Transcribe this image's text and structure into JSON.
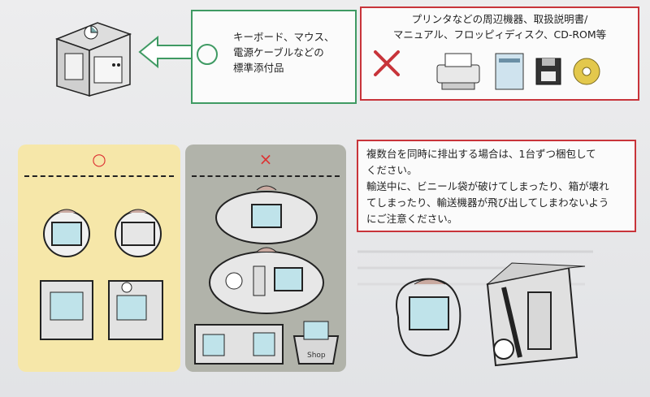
{
  "top_ok": {
    "text_line1": "キーボード、マウス、",
    "text_line2": "電源ケーブルなどの",
    "text_line3": "標準添付品"
  },
  "top_ng": {
    "text_line1": "プリンタなどの周辺機器、取扱説明書/",
    "text_line2": "マニュアル、フロッピィディスク、CD-ROM等"
  },
  "panels": {
    "good_mark": "○",
    "bad_mark": "×",
    "shop_label": "Shop"
  },
  "note": {
    "line1": "複数台を同時に排出する場合は、1台ずつ梱包して",
    "line2": "ください。",
    "line3": "輸送中に、ビニール袋が破けてしまったり、箱が壊れ",
    "line4": "てしまったり、輸送機器が飛び出してしまわないよう",
    "line5": "にご注意ください。"
  },
  "colors": {
    "ok_green": "#3f9a63",
    "ng_red": "#c8343a",
    "good_panel": "#f6e7a9",
    "bad_panel": "#b1b3aa"
  }
}
